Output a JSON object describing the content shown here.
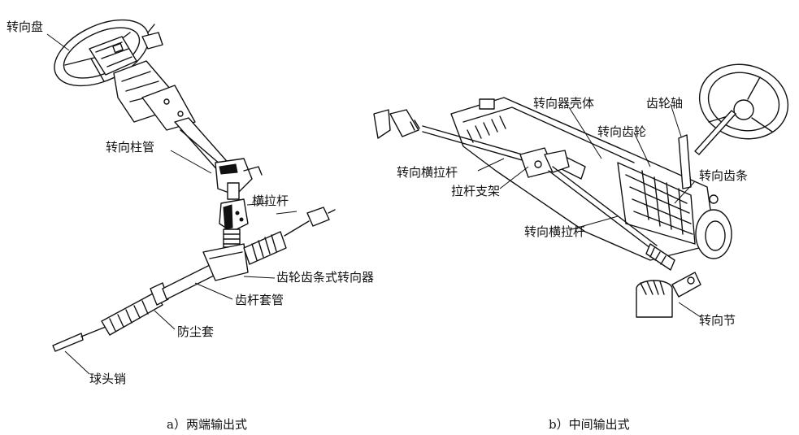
{
  "figure_a": {
    "caption": "a）两端输出式",
    "labels": {
      "steering_wheel": "转向盘",
      "steering_column": "转向柱管",
      "tie_rod": "横拉杆",
      "rack_pinion_gear": "齿轮齿条式转向器",
      "rack_sleeve": "齿杆套管",
      "dust_boot": "防尘套",
      "ball_joint": "球头销"
    }
  },
  "figure_b": {
    "caption": "b）中间输出式",
    "labels": {
      "gear_housing": "转向器壳体",
      "pinion_shaft": "齿轮轴",
      "steering_pinion": "转向齿轮",
      "tie_rod_upper": "转向横拉杆",
      "rod_bracket": "拉杆支架",
      "steering_rack": "转向齿条",
      "tie_rod_lower": "转向横拉杆",
      "knuckle": "转向节"
    }
  }
}
